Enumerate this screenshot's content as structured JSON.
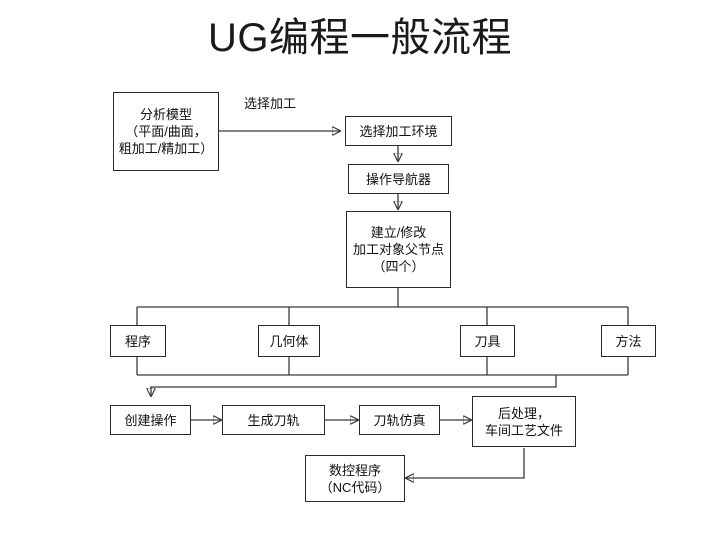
{
  "title": "UG编程一般流程",
  "nodes": {
    "analyze_model": {
      "line1": "分析模型",
      "line2": "（平面/曲面，",
      "line3": "粗加工/精加工）"
    },
    "select_env": {
      "line1": "选择加工环境"
    },
    "operation_navigator": {
      "line1": "操作导航器"
    },
    "create_modify_parent": {
      "line1": "建立/修改",
      "line2": "加工对象父节点",
      "line3": "（四个）"
    },
    "program": {
      "line1": "程序"
    },
    "geometry": {
      "line1": "几何体"
    },
    "tool": {
      "line1": "刀具"
    },
    "method": {
      "line1": "方法"
    },
    "create_operation": {
      "line1": "创建操作"
    },
    "generate_toolpath": {
      "line1": "生成刀轨"
    },
    "simulate_toolpath": {
      "line1": "刀轨仿真"
    },
    "post_process": {
      "line1": "后处理，",
      "line2": "车间工艺文件"
    },
    "nc_program": {
      "line1": "数控程序",
      "line2": "（NC代码）"
    }
  },
  "edge_labels": {
    "select_machining": "选择加工"
  },
  "colors": {
    "background": "#ffffff",
    "stroke": "#3a3a3a",
    "box_border": "#2b2b2b",
    "text": "#111111",
    "title": "#1a1a1a"
  }
}
